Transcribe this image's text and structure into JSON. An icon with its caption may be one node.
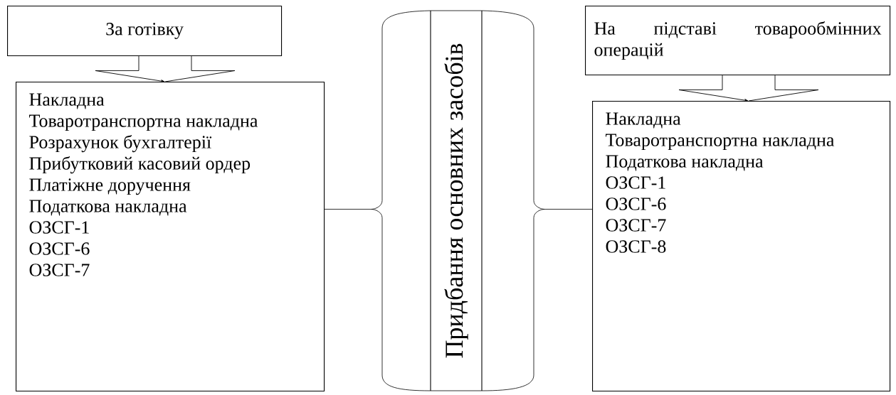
{
  "diagram": {
    "nodes": [
      {
        "text": [
          "За готівку"
        ]
      },
      {
        "text": [
          "Накладна",
          "Товаротранспортна накладна",
          "Розрахунок бухгалтерії",
          "Прибутковий касовий ордер",
          "Платіжне доручення",
          "Податкова накладна",
          "ОЗСГ-1",
          "ОЗСГ-6",
          "ОЗСГ-7"
        ]
      },
      {
        "text": [
          "Придбання основних засобів"
        ]
      },
      {
        "text": [
          "На підставі товарообмінних операцій"
        ]
      },
      {
        "text": [
          "Накладна",
          "Товаротранспортна накладна",
          "Податкова накладна",
          "ОЗСГ-1",
          "ОЗСГ-6",
          "ОЗСГ-7",
          "ОЗСГ-8"
        ]
      }
    ],
    "edges": [
      {
        "from": 0,
        "to": 1,
        "arrow": "to"
      },
      {
        "from": 2,
        "to": 1,
        "arrow": "none"
      },
      {
        "from": 2,
        "to": 4,
        "arrow": "none"
      },
      {
        "from": 3,
        "to": 4,
        "arrow": "to"
      }
    ]
  }
}
